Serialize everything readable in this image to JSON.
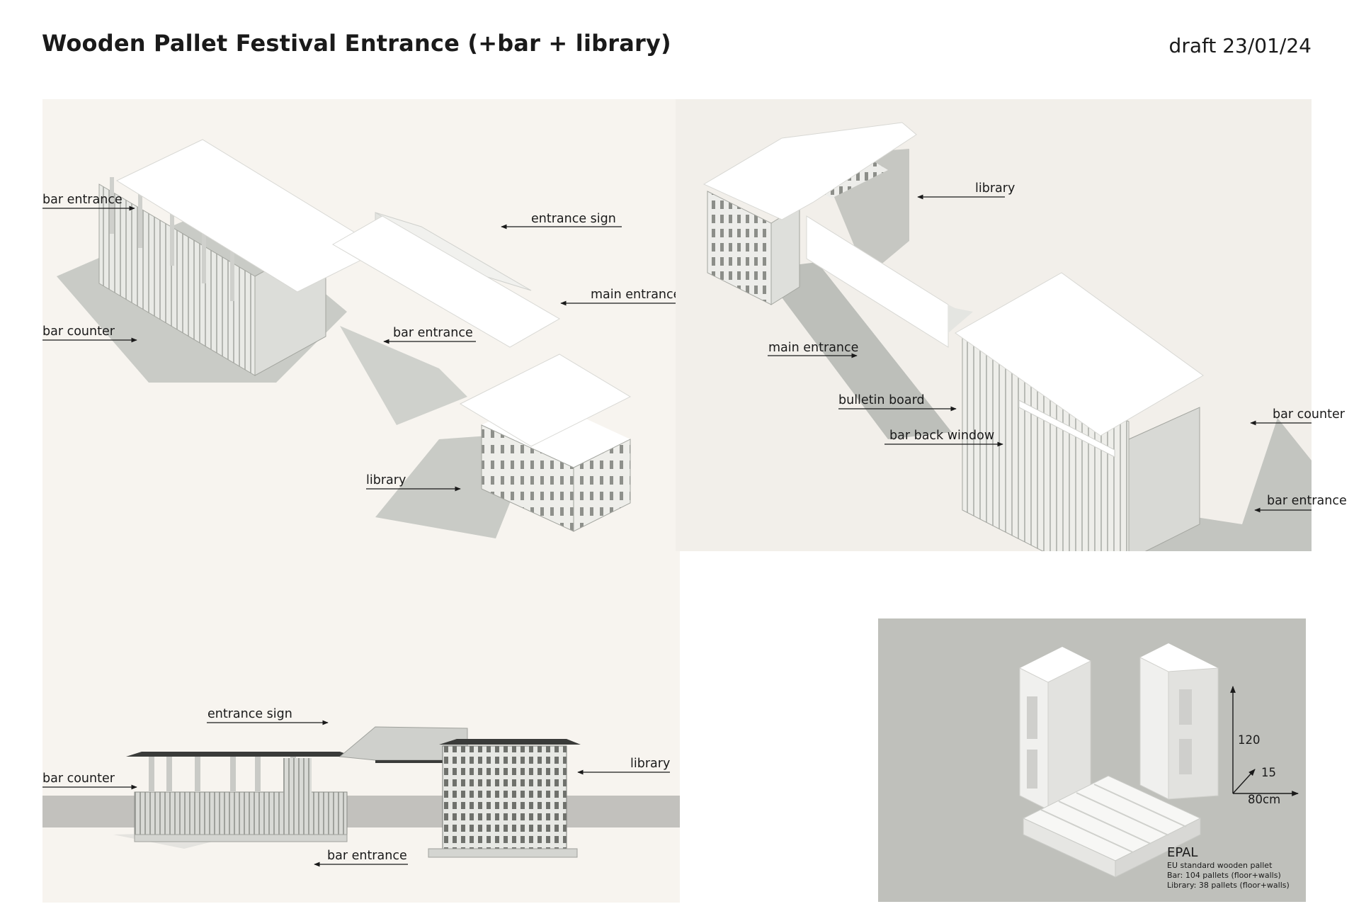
{
  "header": {
    "title": "Wooden Pallet Festival Entrance (+bar + library)",
    "draft": "draft 23/01/24"
  },
  "panel_top_left": {
    "labels": {
      "bar_entrance_top": "bar entrance",
      "entrance_sign": "entrance sign",
      "main_entrance": "main entrance",
      "bar_counter": "bar counter",
      "bar_entrance_mid": "bar entrance",
      "library": "library"
    }
  },
  "panel_top_right": {
    "labels": {
      "library": "library",
      "main_entrance": "main entrance",
      "bulletin_board": "bulletin board",
      "bar_back_window": "bar back window",
      "bar_counter": "bar counter",
      "bar_entrance": "bar entrance"
    }
  },
  "panel_bottom_left": {
    "labels": {
      "entrance_sign": "entrance sign",
      "bar_counter": "bar counter",
      "library": "library",
      "bar_entrance": "bar entrance"
    }
  },
  "panel_epal": {
    "dims": {
      "height": "120",
      "depth": "15",
      "width": "80cm"
    },
    "title": "EPAL",
    "notes": [
      "EU standard wooden pallet",
      "Bar: 104 pallets (floor+walls)",
      "Library: 38 pallets (floor+walls)"
    ]
  },
  "colors": {
    "panel_bg": "#f7f4ef",
    "epal_bg": "#bfc0bb",
    "shadow": "#c9cbc6",
    "roof": "#ffffff",
    "line": "#1a1a1a"
  }
}
